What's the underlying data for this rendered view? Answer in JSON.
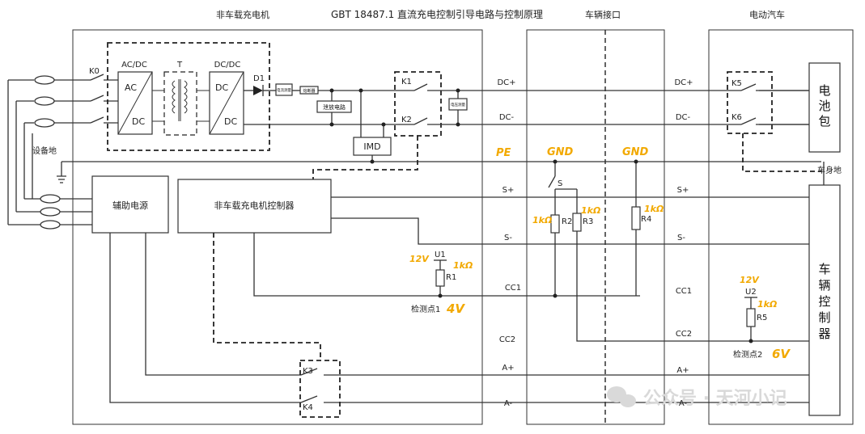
{
  "title": "GBT 18487.1 直流充电控制引导电路与控制原理",
  "sections": {
    "charger": "非车载充电机",
    "interface": "车辆接口",
    "vehicle": "电动汽车"
  },
  "blocks": {
    "acdc_label": "AC/DC",
    "acdc_ac": "AC",
    "acdc_dc": "DC",
    "transformer": "T",
    "dcdc_label": "DC/DC",
    "dcdc_dc1": "DC",
    "dcdc_dc2": "DC",
    "diode": "D1",
    "current_meas": "电流测量",
    "fuse_small": "熔断器",
    "bleeder": "泄放电路",
    "voltage_meas": "电压测量",
    "imd": "IMD",
    "aux_power": "辅助电源",
    "charger_controller": "非车载充电机控制器",
    "battery": [
      "电",
      "池",
      "包"
    ],
    "vehicle_controller": [
      "车",
      "辆",
      "控",
      "制",
      "器"
    ]
  },
  "labels": {
    "equipment_ground": "设备地",
    "body_ground": "车身地",
    "k0": "K0",
    "k1": "K1",
    "k2": "K2",
    "k3": "K3",
    "k4": "K4",
    "k5": "K5",
    "k6": "K6",
    "s_switch": "S",
    "r1": "R1",
    "r2": "R2",
    "r3": "R3",
    "r4": "R4",
    "r5": "R5",
    "u1": "U1",
    "u2": "U2",
    "detect1": "检测点1",
    "detect2": "检测点2"
  },
  "lines": {
    "dcp": "DC+",
    "dcm": "DC-",
    "sp": "S+",
    "sm": "S-",
    "cc1": "CC1",
    "cc2": "CC2",
    "ap": "A+",
    "am": "A-"
  },
  "annotations": {
    "pe": "PE",
    "gnd1": "GND",
    "gnd2": "GND",
    "u1_v": "12V",
    "r1_v": "1kΩ",
    "r2_v": "1kΩ",
    "r3_v": "1kΩ",
    "r4_v": "1kΩ",
    "u2_v": "12V",
    "r5_v": "1kΩ",
    "det1_v": "4V",
    "det2_v": "6V"
  },
  "watermark": "公众号 · 天河小记",
  "colors": {
    "annotation": "#f2a900"
  }
}
